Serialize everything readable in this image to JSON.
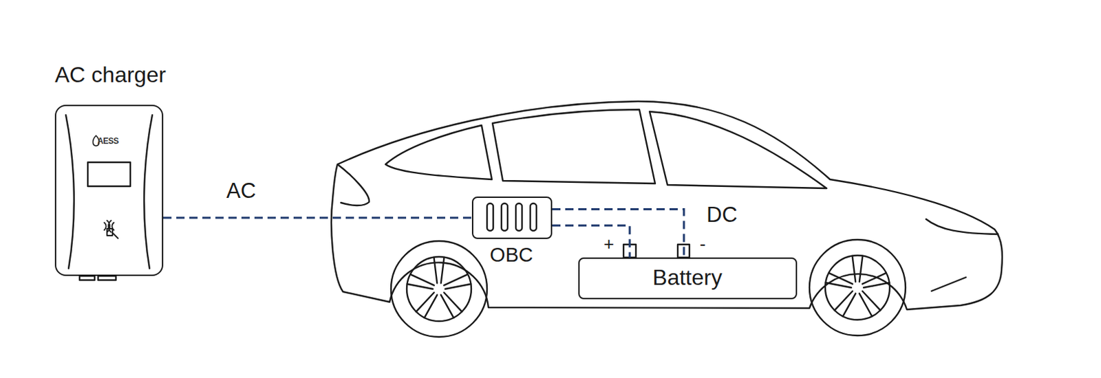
{
  "diagram": {
    "nodes": [
      {
        "text": [
          "AC charger"
        ]
      },
      {
        "text": [
          "OBC"
        ]
      },
      {
        "text": [
          "Battery"
        ]
      }
    ],
    "edges": [
      {
        "from": 0,
        "to": 1,
        "arrow": "none",
        "label": "AC"
      },
      {
        "from": 1,
        "to": 2,
        "arrow": "none"
      },
      {
        "from": 1,
        "to": 2,
        "arrow": "none",
        "label": "DC"
      }
    ],
    "labels": [
      "AESS",
      "+",
      "-"
    ]
  }
}
